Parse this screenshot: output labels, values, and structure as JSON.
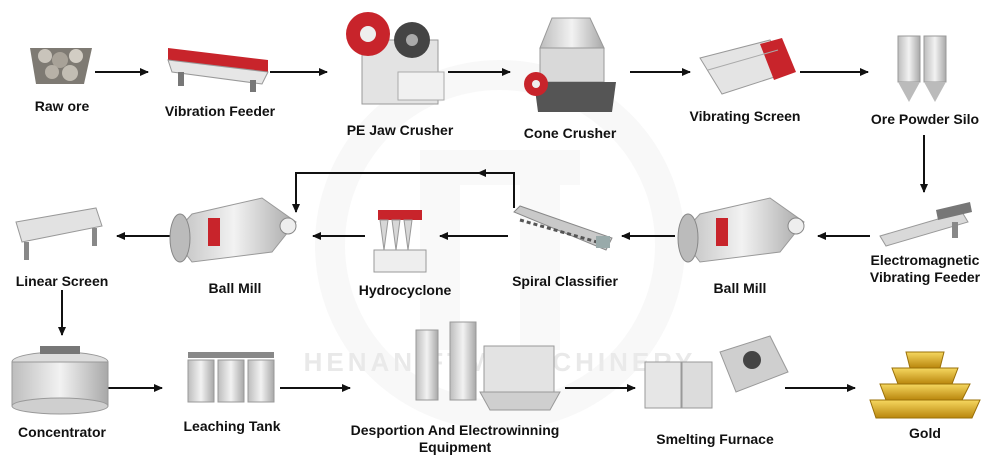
{
  "diagram": {
    "watermark": "HENAN FTM MACHINERY",
    "nodes": {
      "raw_ore": "Raw ore",
      "vibration_feeder": "Vibration Feeder",
      "pe_jaw_crusher": "PE Jaw Crusher",
      "cone_crusher": "Cone Crusher",
      "vibrating_screen": "Vibrating Screen",
      "ore_powder_silo": "Ore Powder Silo",
      "electromagnetic_feeder_line1": "Electromagnetic",
      "electromagnetic_feeder_line2": "Vibrating Feeder",
      "ball_mill_right": "Ball Mill",
      "spiral_classifier": "Spiral Classifier",
      "hydrocyclone": "Hydrocyclone",
      "ball_mill_left": "Ball Mill",
      "linear_screen": "Linear Screen",
      "concentrator": "Concentrator",
      "leaching_tank": "Leaching Tank",
      "desorption_line1": "Desportion And Electrowinning",
      "desorption_line2": "Equipment",
      "smelting_furnace": "Smelting Furnace",
      "gold": "Gold"
    },
    "colors": {
      "arrow": "#111111",
      "machine_gray": "#d9d9d9",
      "machine_dark": "#8c8c8c",
      "accent_red": "#c8242b",
      "gold": "#e0b21e",
      "ore": "#a9a39a"
    }
  }
}
